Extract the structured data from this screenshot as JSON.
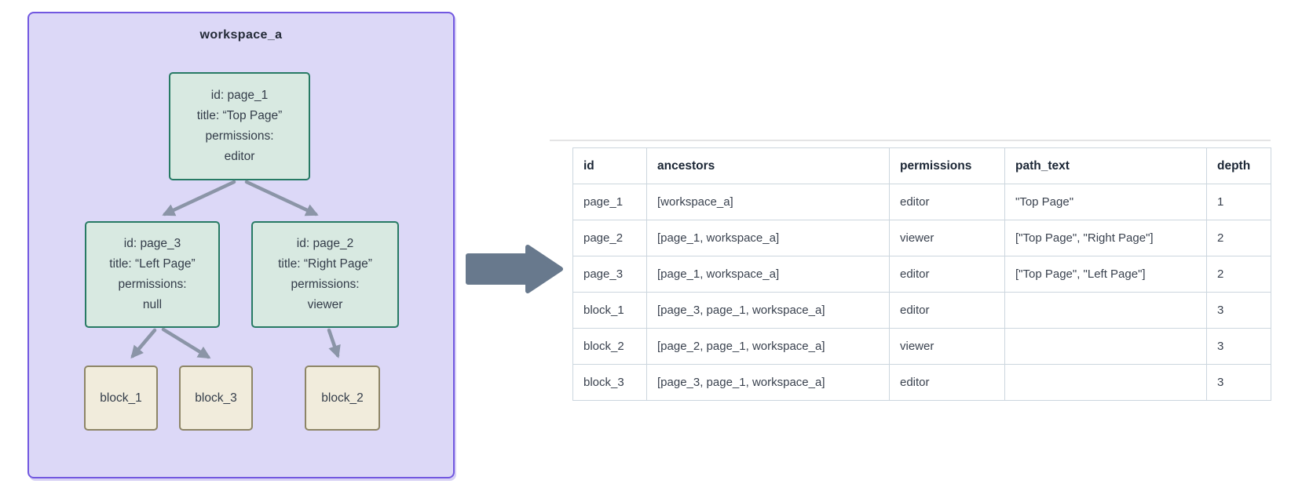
{
  "diagram": {
    "workspace_label": "workspace_a",
    "nodes": {
      "page_1": {
        "lines": [
          "id: page_1",
          "title: “Top Page”",
          "permissions:",
          "editor"
        ]
      },
      "page_3": {
        "lines": [
          "id: page_3",
          "title: “Left Page”",
          "permissions:",
          "null"
        ]
      },
      "page_2": {
        "lines": [
          "id: page_2",
          "title: “Right Page”",
          "permissions:",
          "viewer"
        ]
      }
    },
    "blocks": {
      "block_1": {
        "label": "block_1"
      },
      "block_3": {
        "label": "block_3"
      },
      "block_2": {
        "label": "block_2"
      }
    }
  },
  "table": {
    "headers": {
      "id": "id",
      "ancestors": "ancestors",
      "permissions": "permissions",
      "path_text": "path_text",
      "depth": "depth"
    },
    "rows": [
      {
        "id": "page_1",
        "ancestors": "[workspace_a]",
        "permissions": "editor",
        "path_text": "\"Top Page\"",
        "depth": "1"
      },
      {
        "id": "page_2",
        "ancestors": "[page_1, workspace_a]",
        "permissions": "viewer",
        "path_text": "[\"Top Page\", \"Right Page\"]",
        "depth": "2"
      },
      {
        "id": "page_3",
        "ancestors": "[page_1, workspace_a]",
        "permissions": "editor",
        "path_text": "[\"Top Page\", \"Left Page\"]",
        "depth": "2"
      },
      {
        "id": "block_1",
        "ancestors": "[page_3, page_1, workspace_a]",
        "permissions": "editor",
        "path_text": "",
        "depth": "3"
      },
      {
        "id": "block_2",
        "ancestors": "[page_2, page_1, workspace_a]",
        "permissions": "viewer",
        "path_text": "",
        "depth": "3"
      },
      {
        "id": "block_3",
        "ancestors": "[page_3, page_1, workspace_a]",
        "permissions": "editor",
        "path_text": "",
        "depth": "3"
      }
    ]
  },
  "colors": {
    "workspace_fill": "#dcd8f7",
    "workspace_border": "#7258e0",
    "page_fill": "#d8e9e1",
    "page_border": "#277a64",
    "block_fill": "#f1ecdc",
    "block_border": "#8d8566",
    "edge_arrow": "#8b95a7",
    "flow_arrow": "#68798d",
    "table_border": "#ccd6de"
  }
}
